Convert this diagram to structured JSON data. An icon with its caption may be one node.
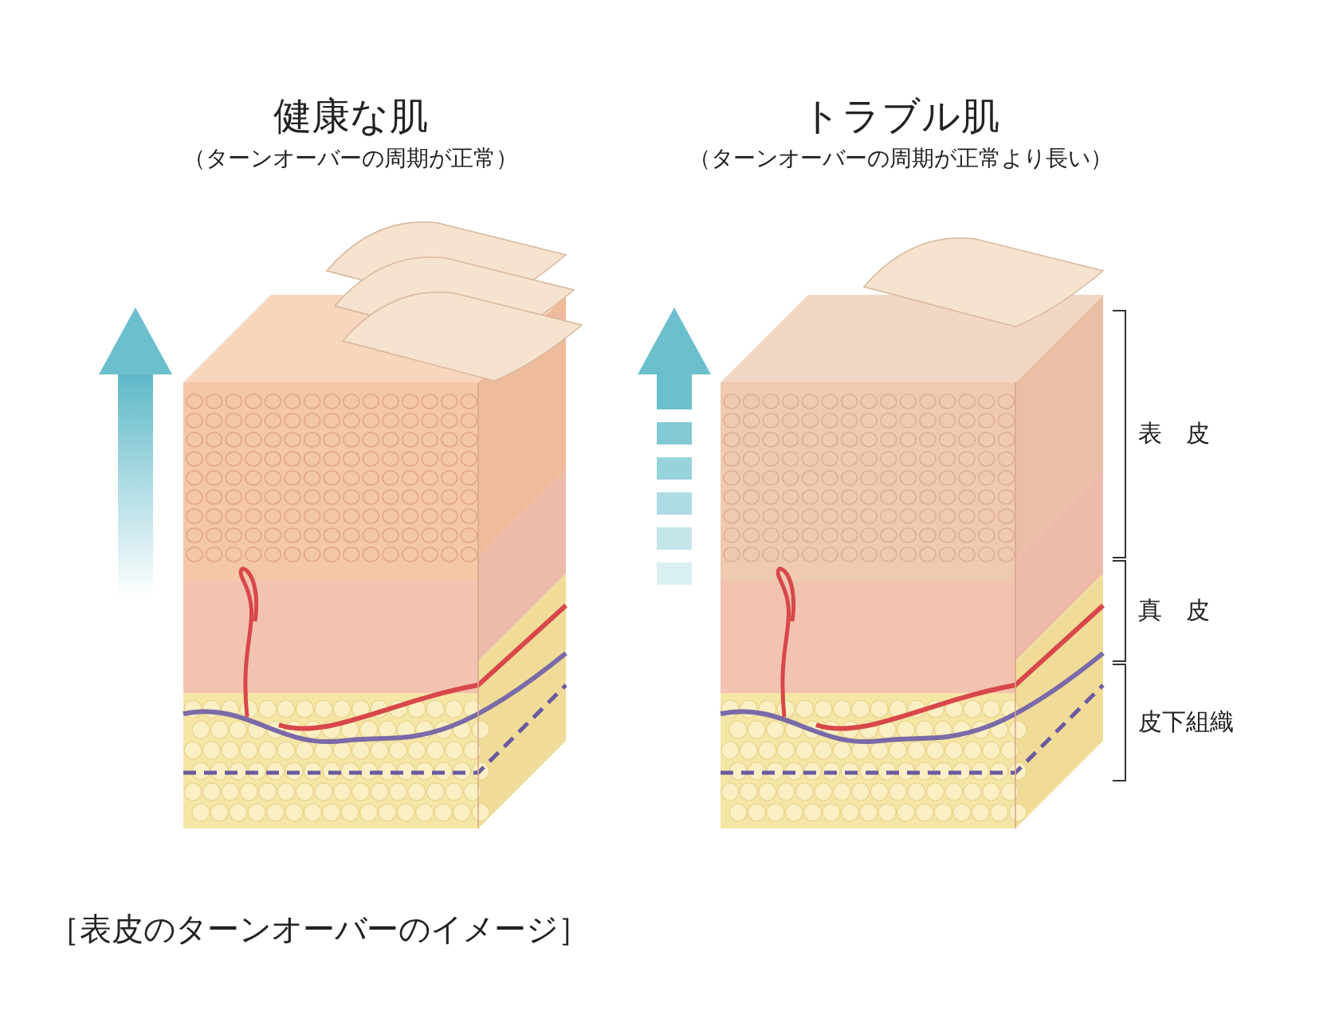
{
  "diagram": {
    "caption": "［表皮のターンオーバーのイメージ］",
    "nodes": [
      {
        "text": [
          "健康な肌",
          "（ターンオーバーの周期が正常）"
        ]
      },
      {
        "text": [
          "トラブル肌",
          "（ターンオーバーの周期が正常より長い）"
        ]
      }
    ],
    "labels": [
      "表　皮",
      "真　皮",
      "皮下組織"
    ]
  }
}
